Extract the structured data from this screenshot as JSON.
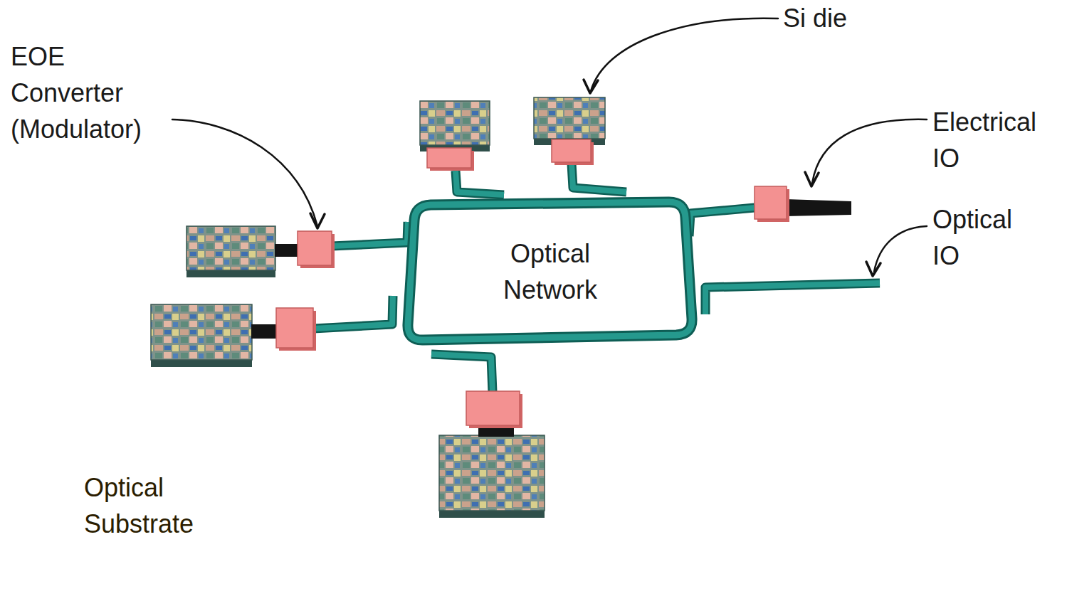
{
  "diagram": {
    "nodes": [
      {
        "text": [
          "Optical Substrate"
        ]
      },
      {
        "text": [
          "Optical Network"
        ],
        "in": 0
      }
    ],
    "labels": [
      "Si die",
      "EOE Converter (Modulator)",
      "Electrical IO",
      "Optical IO"
    ]
  }
}
